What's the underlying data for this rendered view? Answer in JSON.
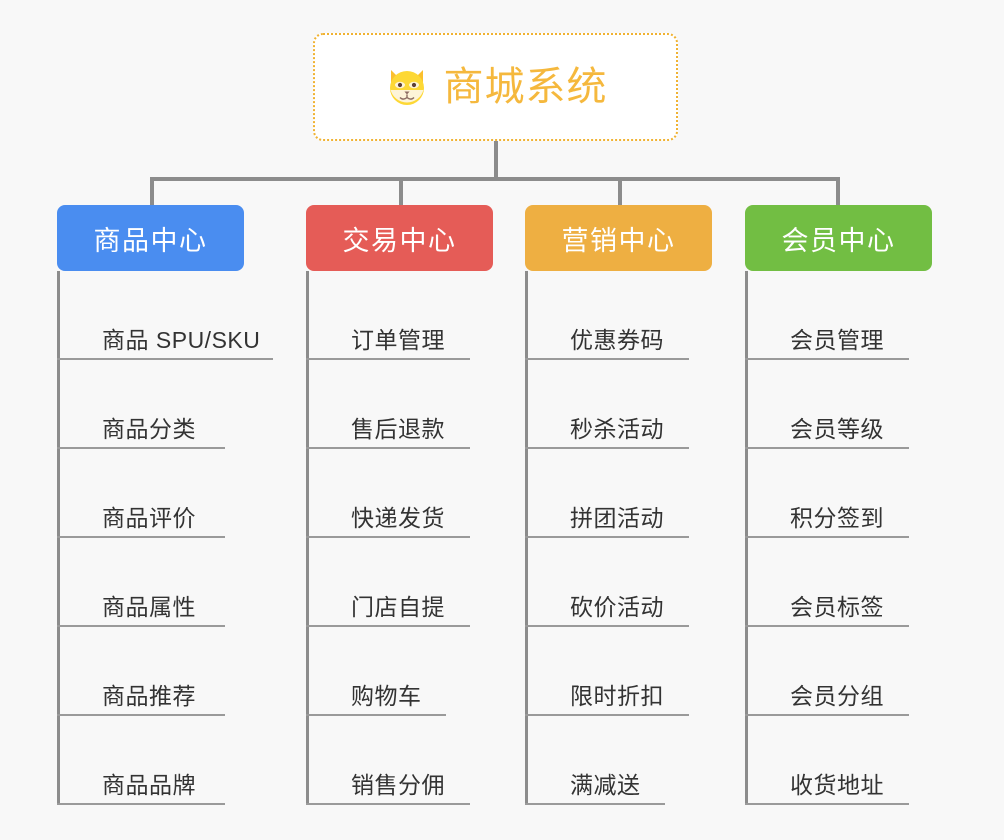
{
  "canvas": {
    "background": "#f8f8f8",
    "line_color": "#8c8c8c"
  },
  "root": {
    "title": "商城系统",
    "icon": "shiba-dog-face-icon",
    "border_color": "#f0b232",
    "text_color": "#f5b83d",
    "background": "#ffffff"
  },
  "branches": [
    {
      "label": "商品中心",
      "color": "#4a8df0",
      "items": [
        "商品 SPU/SKU",
        "商品分类",
        "商品评价",
        "商品属性",
        "商品推荐",
        "商品品牌"
      ]
    },
    {
      "label": "交易中心",
      "color": "#e55c57",
      "items": [
        "订单管理",
        "售后退款",
        "快递发货",
        "门店自提",
        "购物车",
        "销售分佣"
      ]
    },
    {
      "label": "营销中心",
      "color": "#eeaf42",
      "items": [
        "优惠券码",
        "秒杀活动",
        "拼团活动",
        "砍价活动",
        "限时折扣",
        "满减送"
      ]
    },
    {
      "label": "会员中心",
      "color": "#72be43",
      "items": [
        "会员管理",
        "会员等级",
        "积分签到",
        "会员标签",
        "会员分组",
        "收货地址"
      ]
    }
  ]
}
